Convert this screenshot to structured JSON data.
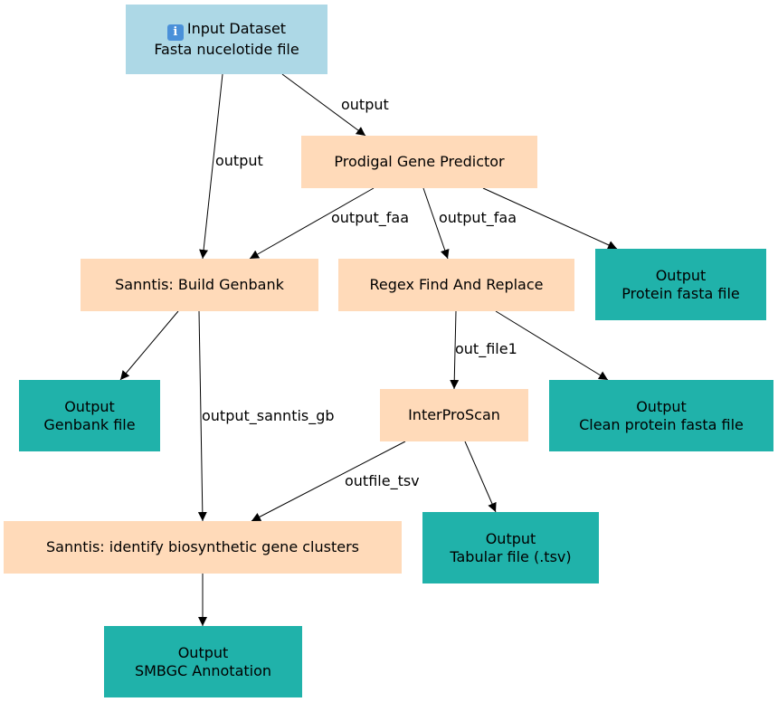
{
  "colors": {
    "input": "#add8e6",
    "tool": "#ffdab9",
    "output": "#20b2aa",
    "edge": "#000000"
  },
  "nodes": {
    "input_dataset": {
      "icon": "info-icon",
      "icon_glyph": "i",
      "title": "Input Dataset",
      "subtitle": "Fasta nucelotide file"
    },
    "prodigal": {
      "label": "Prodigal Gene Predictor"
    },
    "sanntis_build": {
      "label": "Sanntis: Build Genbank"
    },
    "regex": {
      "label": "Regex Find And Replace"
    },
    "out_protein": {
      "title": "Output",
      "subtitle": "Protein fasta file"
    },
    "out_genbank": {
      "title": "Output",
      "subtitle": "Genbank file"
    },
    "interproscan": {
      "label": "InterProScan"
    },
    "out_clean": {
      "title": "Output",
      "subtitle": "Clean protein fasta file"
    },
    "sanntis_identify": {
      "label": "Sanntis: identify biosynthetic gene clusters"
    },
    "out_tsv": {
      "title": "Output",
      "subtitle": "Tabular file (.tsv)"
    },
    "out_smbgc": {
      "title": "Output",
      "subtitle": "SMBGC Annotation"
    }
  },
  "edge_labels": {
    "input_to_prodigal": "output",
    "input_to_sanntis_build": "output",
    "prodigal_to_sanntis_build": "output_faa",
    "prodigal_to_regex": "output_faa",
    "regex_to_interproscan": "out_file1",
    "sanntis_build_to_identify": "output_sanntis_gb",
    "interproscan_to_identify": "outfile_tsv"
  }
}
